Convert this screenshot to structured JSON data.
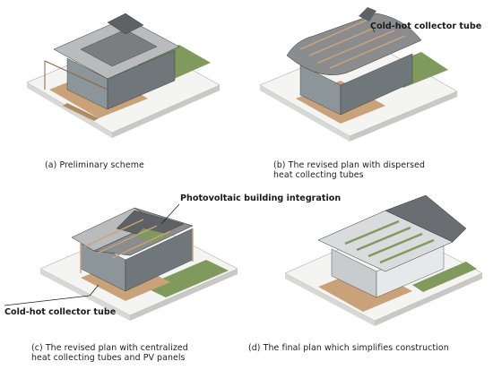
{
  "panels": [
    {
      "id": "a",
      "caption_line1": "(a) Preliminary scheme",
      "caption_line2": ""
    },
    {
      "id": "b",
      "caption_line1": "(b) The revised plan with dispersed",
      "caption_line2": "heat collecting tubes"
    },
    {
      "id": "c",
      "caption_line1": "(c) The revised plan with centralized",
      "caption_line2": "heat collecting tubes and PV panels"
    },
    {
      "id": "d",
      "caption_line1": "(d) The final plan which simplifies construction",
      "caption_line2": ""
    }
  ],
  "callouts": {
    "b_tube": "Cold-hot collector tube",
    "c_pv": "Photovoltaic building integration",
    "c_tube": "Cold-hot collector tube"
  },
  "colors": {
    "base_white": "#f4f4f2",
    "base_side": "#d8d8d4",
    "grass": "#7f9a5c",
    "wood": "#c9a27a",
    "wood_dark": "#8a6545",
    "roof_grey": "#7b7d7f",
    "roof_light": "#b9bbbc",
    "pv_dark": "#5e6266",
    "glass": "#8c9599",
    "line": "#333333"
  }
}
